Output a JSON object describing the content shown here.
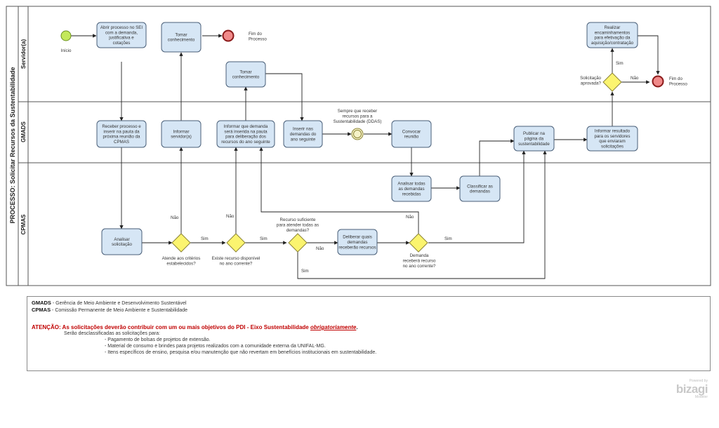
{
  "pool": {
    "title": "PROCESSO: Solicitar Recursos da Sustentabilidade"
  },
  "lanes": {
    "servidor": "Servidor(a)",
    "gmads": "GMADS",
    "cpmas": "CPMAS"
  },
  "events": {
    "start": "Início",
    "end1": "Fim do\nProcesso",
    "end2": "Fim do\nProcesso",
    "intermediate": "Sempre que  receber\nrecursos para a\nSustentabilidade (DDAS)"
  },
  "tasks": {
    "t_abrir": "Abrir processo no SEI\ncom a demanda,\njustificativa e\ncotações",
    "t_tomar1": "Tomar\nconhecimento",
    "t_tomar2": "Tomar\nconhecimento",
    "t_realizar": "Realizar\nencaminhamentos\npara efetivação da\naquisição/contratação",
    "t_receber": "Receber processo e\ninserir na pauta da\npróxima reunião da\nCPMAS",
    "t_informar_serv": "Informar\nservidor(a)",
    "t_informar_demanda": "Informar que demanda\nserá inserida na pauta\npara deliberação dos\nrecursos do ano seguinte",
    "t_inserir": "Inserir nas\ndemandas do\nano seguinte",
    "t_convocar": "Convocar\nreunião",
    "t_publicar": "Publicar na\npágina da\nsustentabilidade",
    "t_informar_result": "Informar resultado\npara os servidores\nque enviaram\nsolicitações",
    "t_analisar_todas": "Analisar todas\nas demandas\nrecebidas",
    "t_classificar": "Classificar as\ndemandas",
    "t_analisar_sol": "Analisar\nsolicitação",
    "t_deliberar": "Deliberar quais\ndemandas\nreceberão recursos"
  },
  "gateways": {
    "g1": "Atende aos critérios\nestabelecidos?",
    "g2": "Existe recurso disponível\nno ano corrente?",
    "g3": "Recurso suficiente\npara atender todas as\ndemandas?",
    "g4": "Demanda\nreceberá recurso\nno ano corrente?",
    "g5": "Solicitação\naprovada?"
  },
  "flow_labels": {
    "g1_no": "Não",
    "g1_yes": "Sim",
    "g2_no": "Não",
    "g2_yes": "Sim",
    "g3_no": "Não",
    "g3_yes": "Sim",
    "g4_no": "Não",
    "g4_yes": "Sim",
    "g5_no": "Não",
    "g5_yes": "Sim"
  },
  "notes": {
    "gmads_abbr": "GMADS",
    "gmads_def": " - Gerência de Meio Ambiente e Desenvolvimento Sustentável",
    "cpmas_abbr": "CPMAS",
    "cpmas_def": " - Comissão Permanente de Meio Ambiente e Sustentabilidade",
    "attention_label": "ATENÇÃO:",
    "attention_text": " As solicitações deverão contribuir com um ou mais objetivos do PDI - Eixo Sustentabilidade ",
    "attention_emph": "obrigatoriamente",
    "attention_end": ".",
    "intro": "Serão desclassificadas as solicitações para:",
    "items": [
      "- Pagamento de bolsas de projetos de extensão.",
      "- Material de consumo e brindes para projetos realizados com a comunidade externa da UNIFAL-MG.",
      "- Itens específicos de ensino, pesquisa e/ou manutenção que não revertam em benefícios institucionais em sustentabilidade."
    ]
  },
  "branding": {
    "powered": "Powered by",
    "name": "bizagi",
    "product": "Modeler"
  },
  "colors": {
    "task_fill": "#d6e6f5",
    "gateway_fill": "#fbf46f",
    "start_fill": "#c3e85a",
    "end_fill": "#f08a8a"
  }
}
